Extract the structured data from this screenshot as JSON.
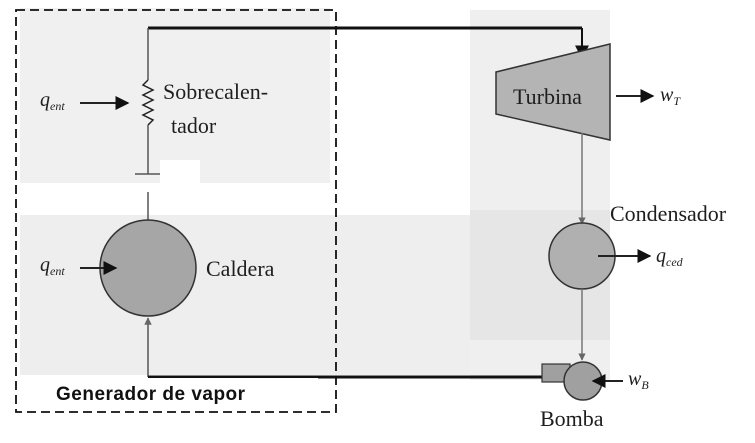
{
  "labels": {
    "superheater_line1": "Sobrecalen-",
    "superheater_line2": "tador",
    "boiler": "Caldera",
    "turbine": "Turbina",
    "condenser": "Condensador",
    "pump": "Bomba",
    "steam_generator": "Generador de vapor"
  },
  "symbols": {
    "q_in_superheater": {
      "main": "q",
      "sub": "ent"
    },
    "q_in_boiler": {
      "main": "q",
      "sub": "ent"
    },
    "w_turbine": {
      "main": "w",
      "sub": "T"
    },
    "q_condenser": {
      "main": "q",
      "sub": "ced"
    },
    "w_pump": {
      "main": "w",
      "sub": "B"
    }
  },
  "colors": {
    "line": "#111111",
    "component_fill": "#a6a6a6",
    "turbine_fill": "#b4b4b4",
    "background": "#ffffff",
    "scan_shade": "#ececec"
  }
}
